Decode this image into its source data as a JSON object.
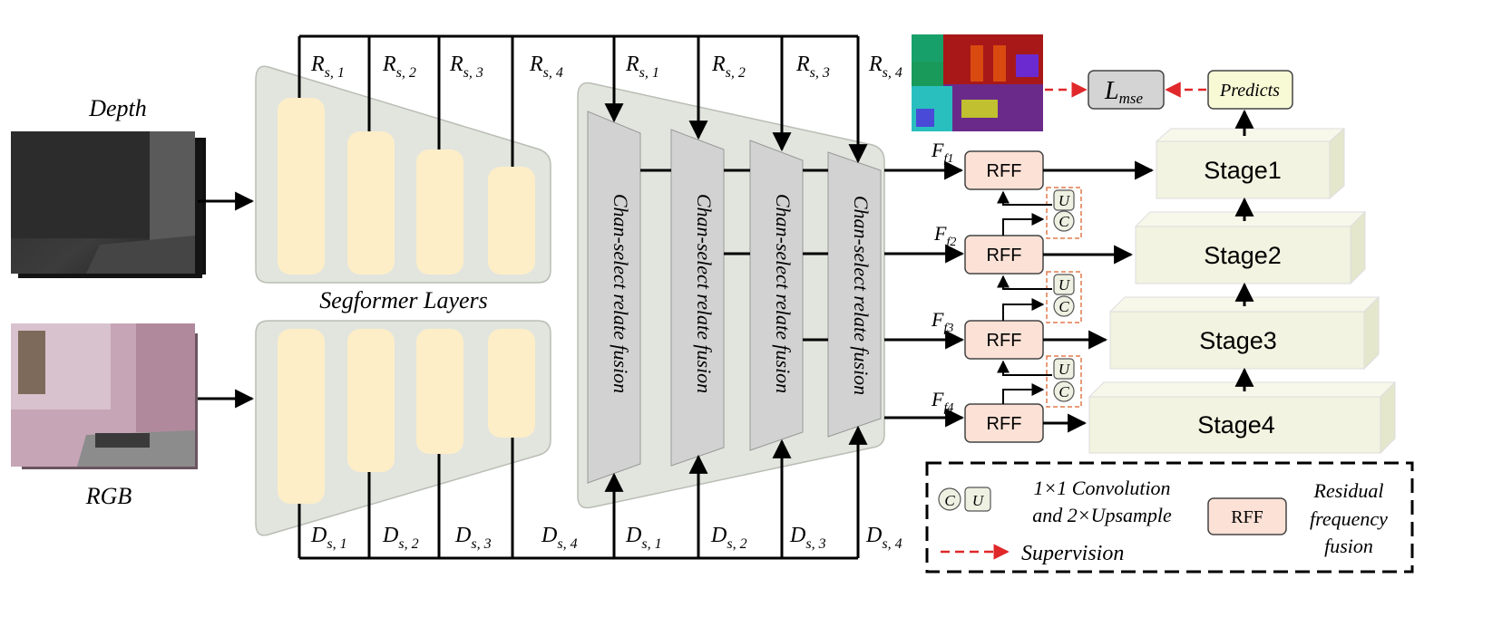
{
  "inputs": {
    "depth": "Depth",
    "rgb": "RGB"
  },
  "encoder": {
    "label": "Segformer Layers"
  },
  "rs_labels": [
    {
      "base": "R",
      "sub": "s, 1"
    },
    {
      "base": "R",
      "sub": "s, 2"
    },
    {
      "base": "R",
      "sub": "s, 3"
    },
    {
      "base": "R",
      "sub": "s, 4"
    },
    {
      "base": "R",
      "sub": "s, 1"
    },
    {
      "base": "R",
      "sub": "s, 2"
    },
    {
      "base": "R",
      "sub": "s, 3"
    },
    {
      "base": "R",
      "sub": "s, 4"
    }
  ],
  "ds_labels": [
    {
      "base": "D",
      "sub": "s, 1"
    },
    {
      "base": "D",
      "sub": "s, 2"
    },
    {
      "base": "D",
      "sub": "s, 3"
    },
    {
      "base": "D",
      "sub": "s, 4"
    },
    {
      "base": "D",
      "sub": "s, 1"
    },
    {
      "base": "D",
      "sub": "s, 2"
    },
    {
      "base": "D",
      "sub": "s, 3"
    },
    {
      "base": "D",
      "sub": "s, 4"
    }
  ],
  "fusion_blocks": [
    "Chan-select relate fusion",
    "Chan-select relate fusion",
    "Chan-select relate fusion",
    "Chan-select relate fusion"
  ],
  "features": [
    {
      "base": "F",
      "sub": "f1"
    },
    {
      "base": "F",
      "sub": "f2"
    },
    {
      "base": "F",
      "sub": "f3"
    },
    {
      "base": "F",
      "sub": "f4"
    }
  ],
  "rff_label": "RFF",
  "cu": {
    "c": "C",
    "u": "U"
  },
  "stages": [
    "Stage1",
    "Stage2",
    "Stage3",
    "Stage4"
  ],
  "loss": {
    "base": "L",
    "sub": "mse"
  },
  "predicts": "Predicts",
  "legend": {
    "cu_line1": "1×1 Convolution",
    "cu_line2": "and 2×Upsample",
    "rff_line1": "Residual",
    "rff_line2": "frequency",
    "rff_line3": "fusion",
    "supervision": "Supervision"
  },
  "colors": {
    "panel": "#e2e5de",
    "encoder_layer": "#fdeec8",
    "fusion_block": "#d2d2d2",
    "rff_fill": "#fbe1d6",
    "stage_fill": "#f2f3e0",
    "predicts_fill": "#f8fad6",
    "loss_fill": "#d4d4d4",
    "supervision": "#e0282a",
    "cu_border": "#e07a4c"
  }
}
